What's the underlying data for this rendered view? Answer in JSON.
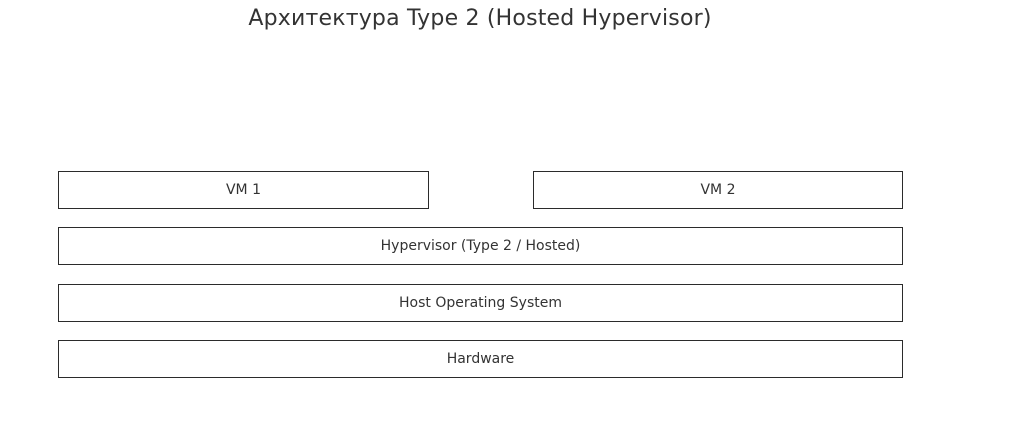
{
  "title": "Архитектура Type 2 (Hosted Hypervisor)",
  "layers": {
    "vm1": "VM 1",
    "vm2": "VM 2",
    "hypervisor": "Hypervisor (Type 2 / Hosted)",
    "host_os": "Host Operating System",
    "hardware": "Hardware"
  },
  "colors": {
    "border": "#2b2b2b",
    "text": "#333333",
    "background": "#ffffff"
  }
}
